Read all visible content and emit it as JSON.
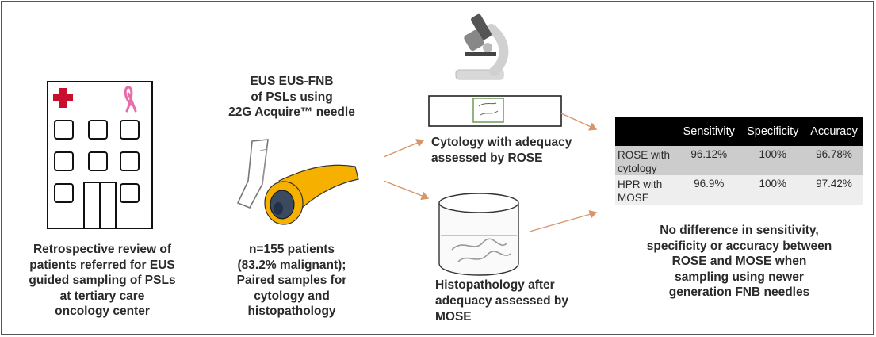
{
  "left": {
    "caption": [
      "Retrospective review of",
      "patients referred for EUS",
      "guided sampling of PSLs",
      "at tertiary care",
      "oncology center"
    ]
  },
  "middle": {
    "top_caption": [
      "EUS EUS-FNB",
      "of PSLs using",
      "22G Acquire™ needle"
    ],
    "bottom_caption": [
      "n=155 patients",
      "(83.2% malignant);",
      "Paired samples for",
      "cytology and",
      "histopathology"
    ]
  },
  "cytology": {
    "caption": [
      "Cytology with adequacy",
      "assessed by ROSE"
    ]
  },
  "histopathology": {
    "caption": [
      "Histopathology after",
      "adequacy assessed by",
      "MOSE"
    ]
  },
  "results": {
    "headers": [
      "",
      "Sensitivity",
      "Specificity",
      "Accuracy"
    ],
    "rows": [
      {
        "label": "ROSE with cytology",
        "sensitivity": "96.12%",
        "specificity": "100%",
        "accuracy": "96.78%"
      },
      {
        "label": "HPR with MOSE",
        "sensitivity": "96.9%",
        "specificity": "100%",
        "accuracy": "97.42%"
      }
    ],
    "conclusion": [
      "No difference in sensitivity,",
      "specificity or accuracy between",
      "ROSE and MOSE when",
      "sampling using newer",
      "generation FNB needles"
    ]
  },
  "colors": {
    "arrow": "#d9956a",
    "needle_sheath": "#f5b000",
    "ribbon": "#e86aa6",
    "cross": "#c8102e",
    "table_header": "#000000"
  },
  "icons": [
    "hospital-icon",
    "cross-icon",
    "ribbon-icon",
    "needle-icon",
    "microscope-icon",
    "slide-icon",
    "specimen-container-icon"
  ]
}
